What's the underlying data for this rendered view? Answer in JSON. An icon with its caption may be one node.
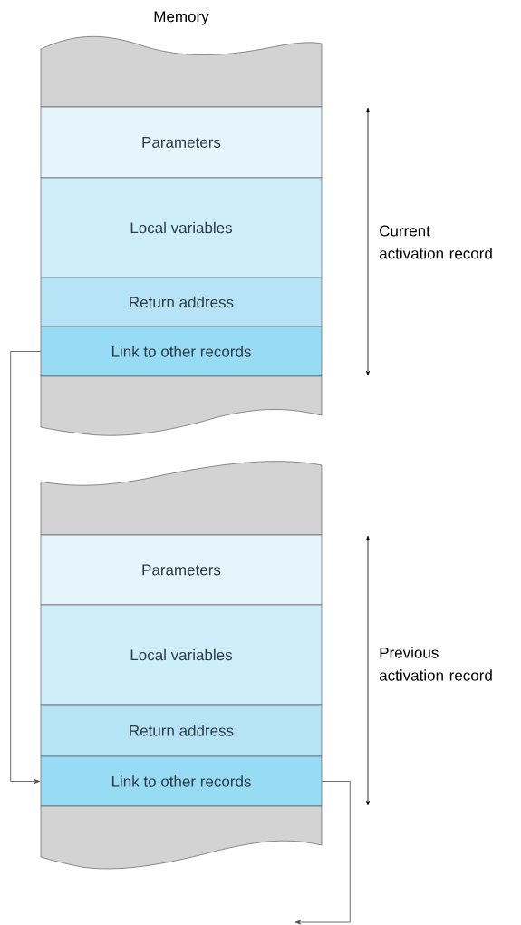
{
  "diagram": {
    "title": "Memory",
    "nodes": [
      {
        "text": [],
        "shape": "box"
      },
      {
        "text": [
          "Parameters"
        ]
      },
      {
        "text": [
          "Local variables"
        ]
      },
      {
        "text": [
          "Return address"
        ]
      },
      {
        "text": [
          "Link to other records"
        ]
      },
      {
        "text": [],
        "shape": "box"
      },
      {
        "text": [],
        "shape": "box"
      },
      {
        "text": [
          "Parameters"
        ]
      },
      {
        "text": [
          "Local variables"
        ]
      },
      {
        "text": [
          "Return address"
        ]
      },
      {
        "text": [
          "Link to other records"
        ]
      },
      {
        "text": [],
        "shape": "box"
      }
    ],
    "edges": [
      {
        "from": 4,
        "to": 10,
        "arrow": "to"
      },
      {
        "from": 10,
        "to": null,
        "arrow": "to"
      }
    ],
    "labels": [
      "Current activation record",
      "Previous activation record"
    ]
  }
}
